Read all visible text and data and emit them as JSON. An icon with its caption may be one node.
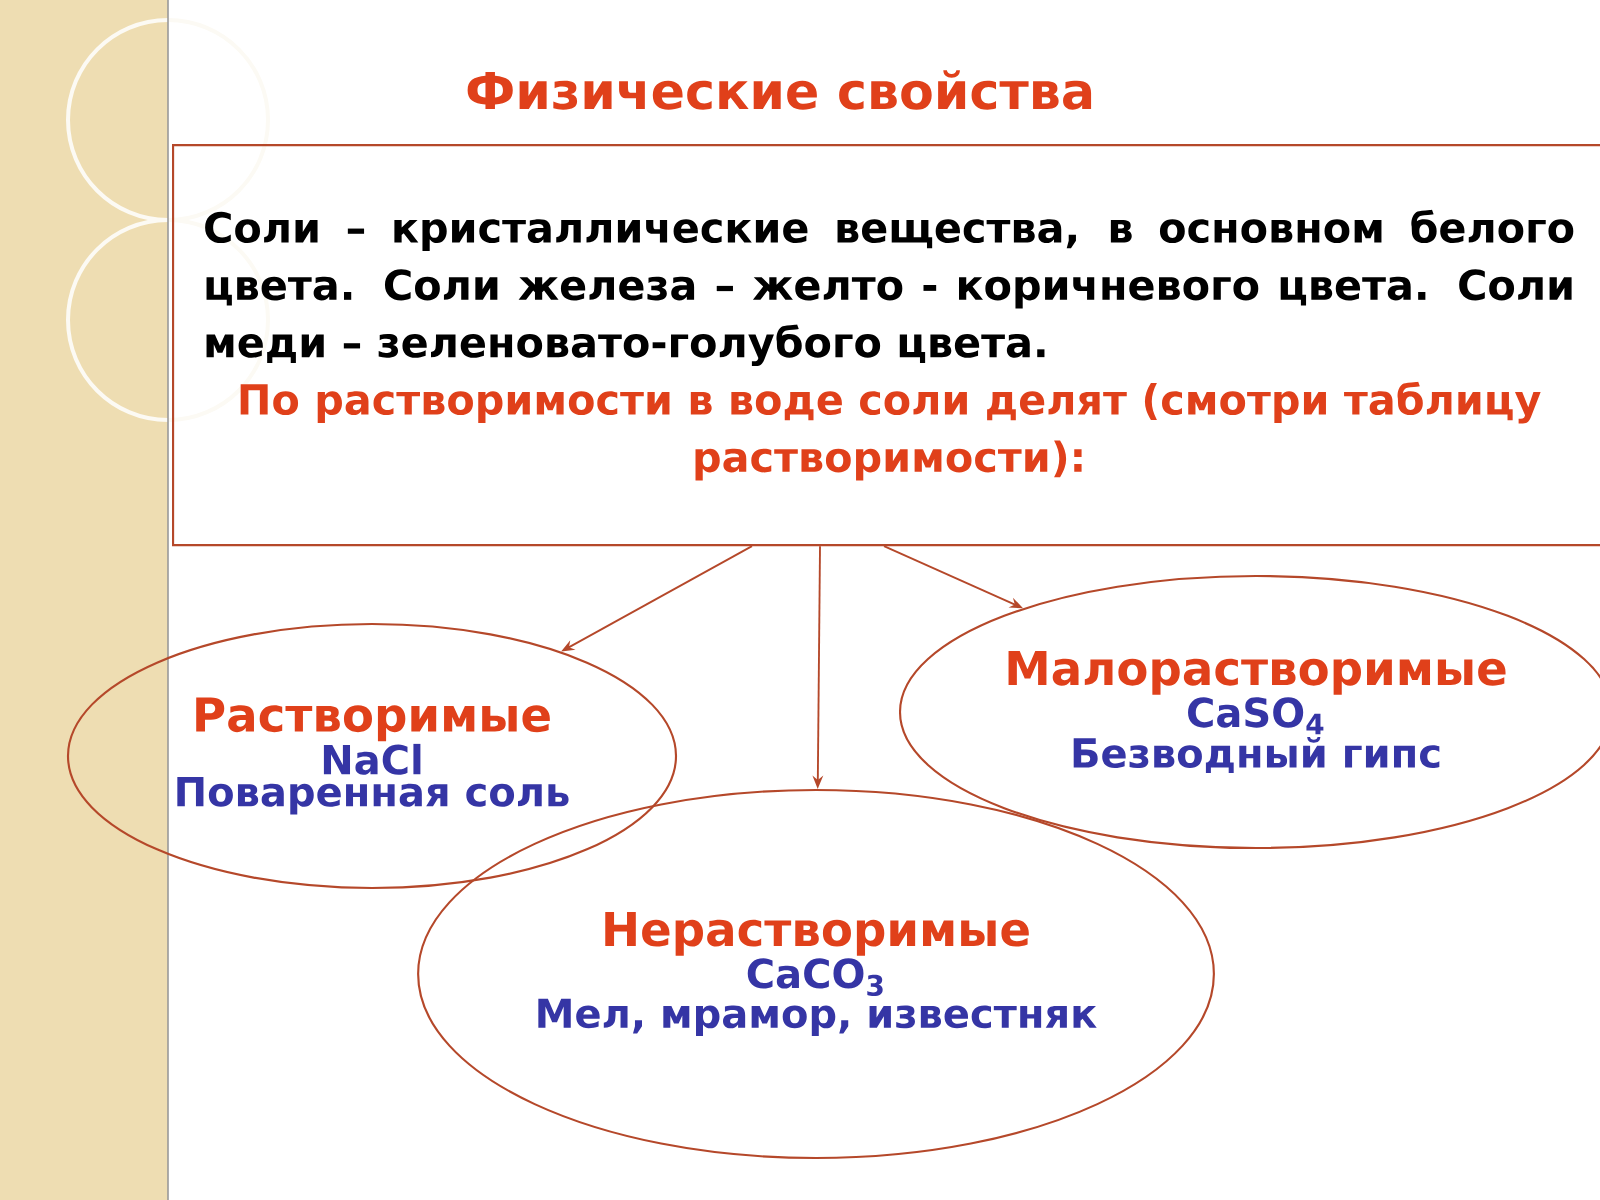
{
  "diagram": {
    "title": "Физические свойства",
    "nodes": [
      {
        "text": [
          "Соли – кристаллические вещества, в основном белого цвета. Соли железа – желто - коричневого цвета. Соли меди – зеленовато-голубого цвета.",
          "По растворимости в воде соли делят (смотри таблицу растворимости):"
        ]
      },
      {
        "text": [
          "Растворимые",
          "NaCl",
          "Поваренная соль"
        ]
      },
      {
        "text": [
          "Малорастворимые",
          "CaSO$_{4}$",
          "Безводный гипс"
        ]
      },
      {
        "text": [
          "Нерастворимые",
          "CaCO$_{3}$",
          "Мел, мрамор, известняк"
        ]
      }
    ],
    "edges": [
      {
        "from": 0,
        "to": 1,
        "arrow": "to"
      },
      {
        "from": 0,
        "to": 3,
        "arrow": "to"
      },
      {
        "from": 0,
        "to": 2,
        "arrow": "to"
      }
    ]
  }
}
